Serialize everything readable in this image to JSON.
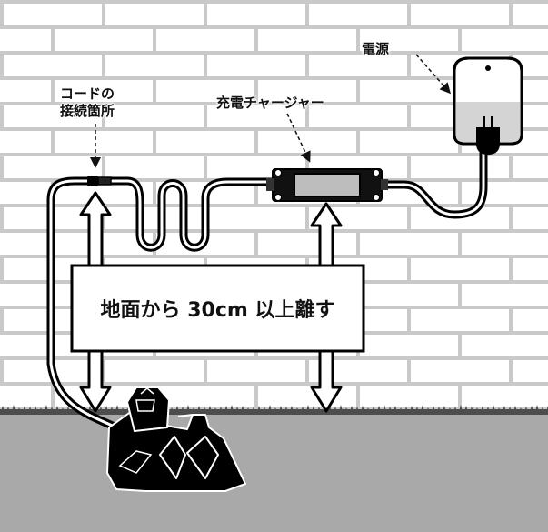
{
  "labels": {
    "cord_joint_line1": "コードの",
    "cord_joint_line2": "接続箇所",
    "charger": "充電チャージャー",
    "power_source": "電源"
  },
  "caption": "地面から 30cm 以上離す",
  "icons": [
    "brick-wall",
    "power-outlet-icon",
    "plug-icon",
    "charger-icon",
    "cable-connector-icon",
    "robot-mower-charging-station-icon",
    "double-arrow-icon"
  ],
  "colors": {
    "wall": "#ffffff",
    "mortar": "#c9c9c9",
    "ground": "#a9a9a9",
    "grass": "#4d4d4d",
    "outline": "#000000",
    "device": "#111111"
  }
}
